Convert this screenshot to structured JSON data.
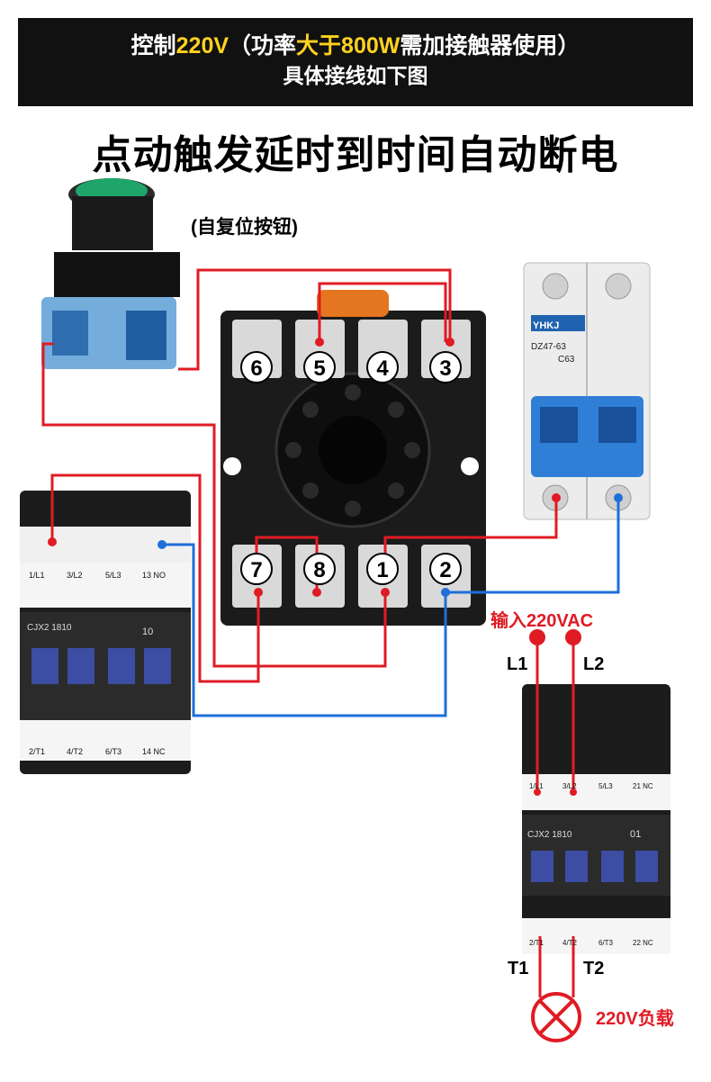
{
  "header": {
    "line1_a": "控制",
    "line1_b": "220V",
    "line1_c": "（功率",
    "line1_d": "大于800W",
    "line1_e": "需加接触器使用）",
    "line2": "具体接线如下图"
  },
  "title": "点动触发延时到时间自动断电",
  "button_caption": "(自复位按钮)",
  "relay_terminals_top": [
    "6",
    "5",
    "4",
    "3"
  ],
  "relay_terminals_bottom": [
    "7",
    "8",
    "1",
    "2"
  ],
  "breaker": {
    "brand": "YHKJ",
    "model": "DZ47-63",
    "rating": "C63"
  },
  "contactor_left": {
    "model": "CJX2\n1810",
    "top_labels": [
      "1/L1",
      "3/L2",
      "5/L3",
      "13 NO"
    ],
    "bottom_labels": [
      "2/T1",
      "4/T2",
      "6/T3",
      "14 NC"
    ],
    "side_number": "10"
  },
  "contactor_right": {
    "model": "CJX2\n1810",
    "top_labels": [
      "1/L1",
      "3/L2",
      "5/L3",
      "21 NC"
    ],
    "bottom_labels": [
      "2/T1",
      "4/T2",
      "6/T3",
      "22 NC"
    ],
    "side_number": "01"
  },
  "input_label": "输入220VAC",
  "l1": "L1",
  "l2": "L2",
  "t1": "T1",
  "t2": "T2",
  "load_label": "220V负载",
  "colors": {
    "red_wire": "#e01b24",
    "blue_wire": "#1e6fd9",
    "banner_bg": "#111111",
    "highlight": "#ffd21f"
  }
}
